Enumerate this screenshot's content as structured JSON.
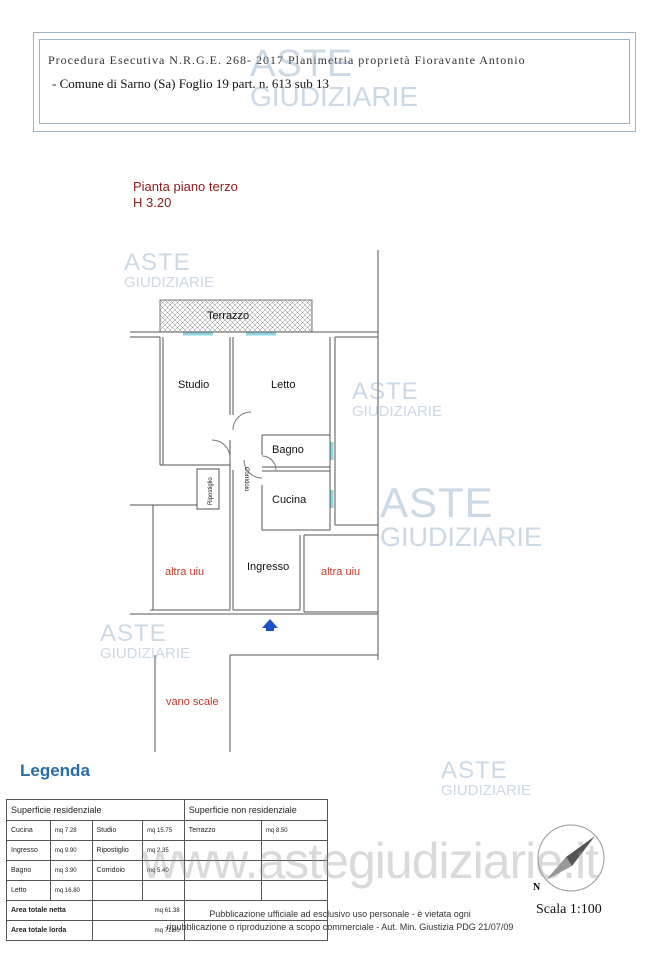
{
  "header": {
    "line1": "Procedura Esecutiva N.R.G.E. 268- 2017 Planimetria proprietà Fioravante Antonio",
    "line2": "- Comune di Sarno (Sa) Foglio 19 part. n. 613 sub 13"
  },
  "plan": {
    "title": "Pianta piano terzo",
    "height": "H 3.20",
    "rooms": {
      "terrazzo": "Terrazzo",
      "studio": "Studio",
      "letto": "Letto",
      "bagno": "Bagno",
      "ripostiglio": "Ripostiglio",
      "corridoio": "Corridoio",
      "cucina": "Cucina",
      "ingresso": "Ingresso",
      "altra_uiu_left": "altra uiu",
      "altra_uiu_right": "altra uiu",
      "vano_scale": "vano scale"
    }
  },
  "legend": {
    "title": "Legenda",
    "res_header": "Superficie residenziale",
    "nonres_header": "Superficie non residenziale",
    "rows": [
      {
        "a": "Cucina",
        "av": "mq 7.28",
        "b": "Studio",
        "bv": "mq 15.75",
        "c": "Terrazzo",
        "cv": "mq 8.50"
      },
      {
        "a": "Ingresso",
        "av": "mq 9.90",
        "b": "Ripostiglio",
        "bv": "mq 2.35",
        "c": "",
        "cv": ""
      },
      {
        "a": "Bagno",
        "av": "mq 3.90",
        "b": "Corridoio",
        "bv": "mq 5.40",
        "c": "",
        "cv": ""
      },
      {
        "a": "Letto",
        "av": "mq 16.80",
        "b": "",
        "bv": "",
        "c": "",
        "cv": ""
      }
    ],
    "net_label": "Area totale netta",
    "net_value": "mq 61.38",
    "gross_label": "Area totale lorda",
    "gross_value": "mq 71.60"
  },
  "scale": "Scala 1:100",
  "compass_letter": "N",
  "footer": {
    "line1": "Pubblicazione ufficiale ad esclusivo uso personale - è vietata ogni",
    "line2": "ripubblicazione o riproduzione a scopo commerciale - Aut. Min. Giustizia PDG 21/07/09"
  },
  "watermark": {
    "brand_top": "ASTE",
    "brand_bottom": "GIUDIZIARIE",
    "url": "www.astegiudiziarie.it"
  },
  "colors": {
    "frame": "#9ab4c6",
    "title_red": "#8b1a1a",
    "legend_blue": "#2b6ca8",
    "entrance_arrow": "#1f4fc8",
    "window": "#8fd3e0"
  }
}
